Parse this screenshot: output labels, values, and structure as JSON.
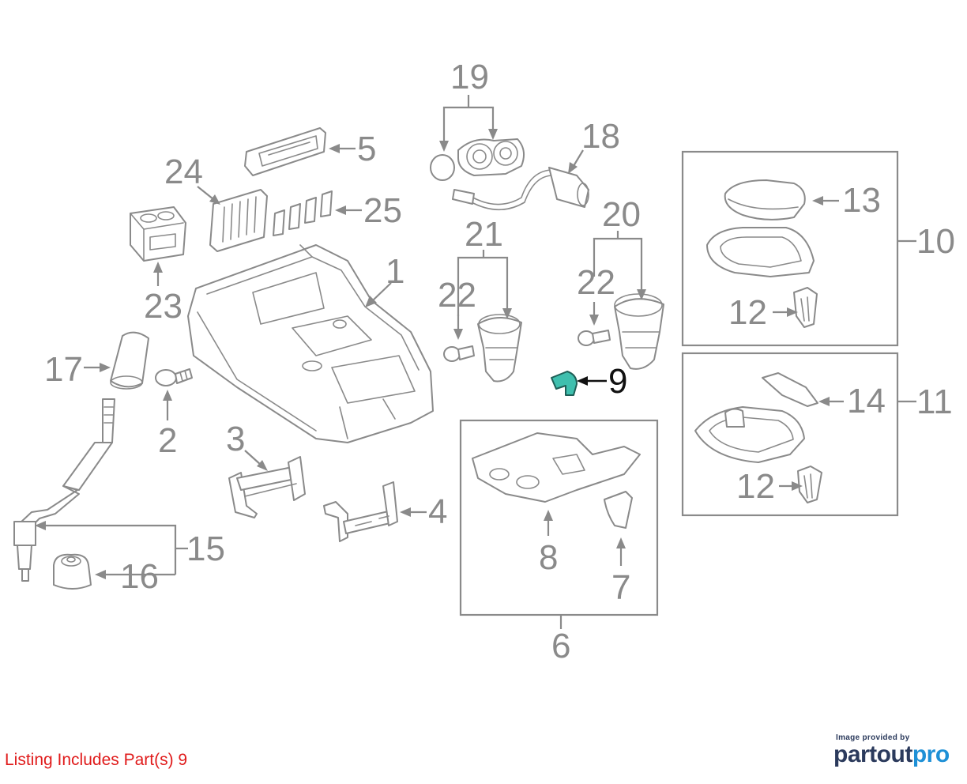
{
  "diagram": {
    "callouts": {
      "c1": "1",
      "c2": "2",
      "c3": "3",
      "c4": "4",
      "c5": "5",
      "c6": "6",
      "c7": "7",
      "c8": "8",
      "c9": "9",
      "c10": "10",
      "c11": "11",
      "c12a": "12",
      "c12b": "12",
      "c13": "13",
      "c14": "14",
      "c15": "15",
      "c16": "16",
      "c17": "17",
      "c18": "18",
      "c19": "19",
      "c20": "20",
      "c21": "21",
      "c22a": "22",
      "c22b": "22",
      "c23": "23",
      "c24": "24",
      "c25": "25"
    },
    "highlighted_part": "9",
    "highlight_color": "#3fbfae"
  },
  "listing": {
    "text": "Listing Includes Part(s) 9",
    "color": "#e01b1b"
  },
  "provider": {
    "caption": "Image provided by",
    "logo_part1": "partout",
    "logo_part2": "pro"
  }
}
